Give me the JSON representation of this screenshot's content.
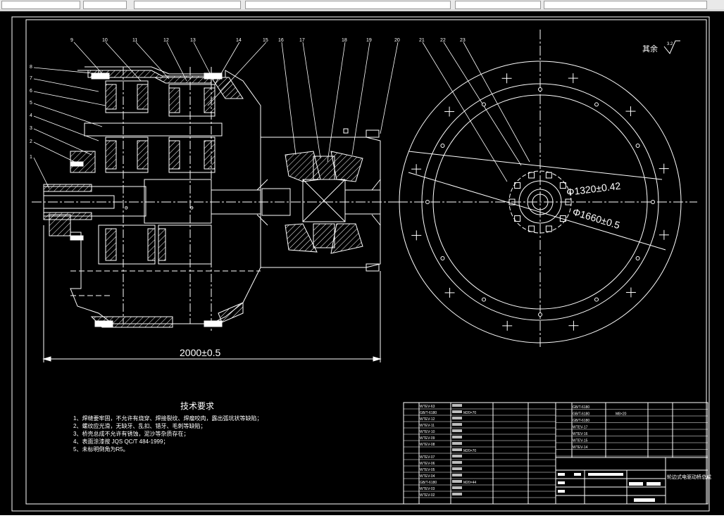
{
  "drawing": {
    "tech_requirements": {
      "title": "技术要求",
      "items": [
        "1、焊缝要牢固，不允许有烧穿、焊接裂纹、焊瘤咬肉，露出弧坑状等缺陷；",
        "2、螺纹应光滑，无缺牙、乱扣、错牙、毛刺等缺陷；",
        "3、桥壳总成不允许有锈蚀，泥沙等杂质存在；",
        "4、表面涂漆按 JQS QC/T 484-1999；",
        "5、未标明倒角为R5。"
      ]
    },
    "dimensions": {
      "overall_length": "2000±0.5",
      "circle_1": "Φ1320±0.42",
      "circle_2": "Φ1660±0.5"
    },
    "roughness_note": "其余",
    "roughness_value": "3.2",
    "part_labels": [
      "1",
      "2",
      "3",
      "4",
      "5",
      "6",
      "7",
      "8",
      "9",
      "10",
      "11",
      "12",
      "13",
      "14",
      "15",
      "16",
      "17",
      "18",
      "19",
      "20",
      "21",
      "22",
      "23"
    ],
    "bom_left": [
      {
        "code": "WTEV-63",
        "spec": "",
        "name": ""
      },
      {
        "code": "GB/T-6180",
        "spec": "M20×70",
        "name": ""
      },
      {
        "code": "WTEV-12",
        "spec": "",
        "name": ""
      },
      {
        "code": "WTEV-11",
        "spec": "",
        "name": ""
      },
      {
        "code": "WTEV-10",
        "spec": "",
        "name": ""
      },
      {
        "code": "WTEV-09",
        "spec": "",
        "name": ""
      },
      {
        "code": "WTEV-08",
        "spec": "",
        "name": ""
      },
      {
        "code": "",
        "spec": "M20×70",
        "name": ""
      },
      {
        "code": "WTEV-07",
        "spec": "",
        "name": ""
      },
      {
        "code": "WTEV-06",
        "spec": "",
        "name": ""
      },
      {
        "code": "WTEV-05",
        "spec": "",
        "name": ""
      },
      {
        "code": "WTEV-04",
        "spec": "",
        "name": ""
      },
      {
        "code": "GB/T-6180",
        "spec": "M20×44",
        "name": ""
      },
      {
        "code": "WTEV-03",
        "spec": "",
        "name": ""
      },
      {
        "code": "WTEV-02",
        "spec": "",
        "name": ""
      }
    ],
    "bom_right": [
      {
        "code": "GB/T-6180",
        "spec": ""
      },
      {
        "code": "GB/T-6180",
        "spec": "M8×20"
      },
      {
        "code": "GB/T-6180",
        "spec": ""
      },
      {
        "code": "WTEV-17",
        "spec": ""
      },
      {
        "code": "WTEV-16",
        "spec": ""
      },
      {
        "code": "WTEV-15",
        "spec": ""
      },
      {
        "code": "WTEV-14",
        "spec": ""
      }
    ],
    "title_block_name": "轮边式电驱动桥总成"
  },
  "colors": {
    "line": "#ffffff",
    "background": "#000000"
  }
}
